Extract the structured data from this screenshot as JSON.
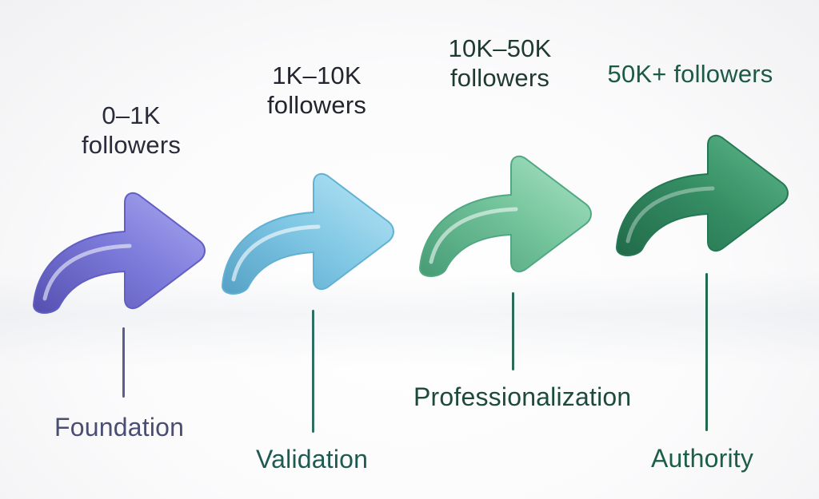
{
  "stages": [
    {
      "range_line1": "0–1K",
      "range_line2": "followers",
      "label": "Foundation",
      "colors": {
        "light": "#a7a6f0",
        "mid": "#7674d8",
        "dark": "#4f4aae",
        "text": "#2a2c3a",
        "label": "#4a4e72"
      }
    },
    {
      "range_line1": "1K–10K",
      "range_line2": "followers",
      "label": "Validation",
      "colors": {
        "light": "#b8e6f6",
        "mid": "#7cc6e4",
        "dark": "#4f9dc4",
        "text": "#23252e",
        "label": "#1e5a52"
      }
    },
    {
      "range_line1": "10K–50K",
      "range_line2": "followers",
      "label": "Professionalization",
      "colors": {
        "light": "#a9e4c4",
        "mid": "#6cc096",
        "dark": "#3f9870",
        "text": "#1f3a30",
        "label": "#1d4a3c"
      }
    },
    {
      "range_line1": "50K+ followers",
      "range_line2": "",
      "label": "Authority",
      "colors": {
        "light": "#5cb889",
        "mid": "#2f8a5f",
        "dark": "#1b6644",
        "text": "#1d5a44",
        "label": "#1e5e48"
      }
    }
  ]
}
